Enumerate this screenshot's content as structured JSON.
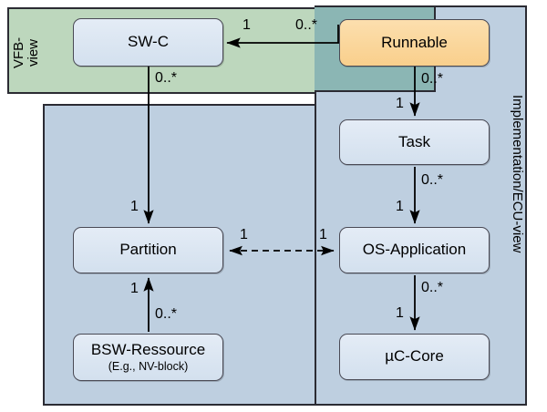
{
  "diagram": {
    "panels": [
      {
        "id": "vfb",
        "label": "VFB-\nview",
        "color": "#bdd7bd"
      },
      {
        "id": "implementation",
        "label": "Implementation/ECU-view",
        "color": "#becfe0"
      }
    ],
    "overlap_color": "#8bb6b4",
    "node_fill": "#dde7f2",
    "accent_fill": "#fbd79b",
    "nodes": [
      {
        "id": "swc",
        "title": "SW-C",
        "subtitle": ""
      },
      {
        "id": "runnable",
        "title": "Runnable",
        "subtitle": ""
      },
      {
        "id": "task",
        "title": "Task",
        "subtitle": ""
      },
      {
        "id": "partition",
        "title": "Partition",
        "subtitle": ""
      },
      {
        "id": "osapp",
        "title": "OS-Application",
        "subtitle": ""
      },
      {
        "id": "bsw",
        "title": "BSW-Ressource",
        "subtitle": "(E.g., NV-block)"
      },
      {
        "id": "ucore",
        "title": "µC-Core",
        "subtitle": ""
      }
    ],
    "edges": [
      {
        "id": "runnable-swc",
        "from": "runnable",
        "to": "swc",
        "from_mult": "0..*",
        "to_mult": "1",
        "style": "solid"
      },
      {
        "id": "swc-partition",
        "from": "swc",
        "to": "partition",
        "from_mult": "0..*",
        "to_mult": "1",
        "style": "solid"
      },
      {
        "id": "runnable-task",
        "from": "runnable",
        "to": "task",
        "from_mult": "0..*",
        "to_mult": "1",
        "style": "solid"
      },
      {
        "id": "task-osapp",
        "from": "task",
        "to": "osapp",
        "from_mult": "0..*",
        "to_mult": "1",
        "style": "solid"
      },
      {
        "id": "osapp-ucore",
        "from": "osapp",
        "to": "ucore",
        "from_mult": "0..*",
        "to_mult": "1",
        "style": "solid"
      },
      {
        "id": "bsw-partition",
        "from": "bsw",
        "to": "partition",
        "from_mult": "0..*",
        "to_mult": "1",
        "style": "solid"
      },
      {
        "id": "partition-osapp",
        "from": "partition",
        "to": "osapp",
        "from_mult": "1",
        "to_mult": "1",
        "style": "dashed-bidirectional"
      }
    ],
    "edge_labels": {
      "runnable_swc_target": "1",
      "runnable_swc_source": "0..*",
      "swc_partition_source": "0..*",
      "swc_partition_target": "1",
      "runnable_task_source": "0..*",
      "runnable_task_target": "1",
      "task_osapp_source": "0..*",
      "task_osapp_target": "1",
      "osapp_ucore_source": "0..*",
      "osapp_ucore_target": "1",
      "bsw_partition_source": "0..*",
      "bsw_partition_target": "1",
      "partition_osapp_left": "1",
      "partition_osapp_right": "1"
    }
  }
}
